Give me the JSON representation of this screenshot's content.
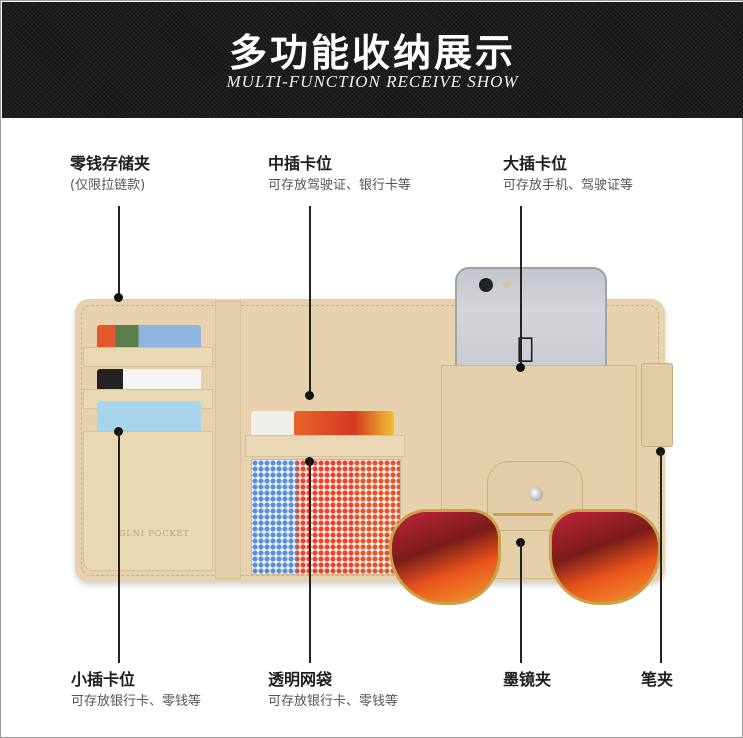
{
  "header": {
    "title": "多功能收纳展示",
    "subtitle": "MULTI-FUNCTION RECEIVE SHOW"
  },
  "callouts_top": [
    {
      "id": "coin-zip",
      "title": "零钱存储夹",
      "desc": "(仅限拉链款)"
    },
    {
      "id": "middle-card-slot",
      "title": "中插卡位",
      "desc": "可存放驾驶证、银行卡等"
    },
    {
      "id": "large-card-slot",
      "title": "大插卡位",
      "desc": "可存放手机、驾驶证等"
    }
  ],
  "callouts_bottom": [
    {
      "id": "small-card-slot",
      "title": "小插卡位",
      "desc": "可存放银行卡、零钱等"
    },
    {
      "id": "mesh-pocket",
      "title": "透明网袋",
      "desc": "可存放银行卡、零钱等"
    },
    {
      "id": "glasses-clip",
      "title": "墨镜夹",
      "desc": ""
    },
    {
      "id": "pen-clip",
      "title": "笔夹",
      "desc": ""
    }
  ],
  "product": {
    "brand_text": "GLNI POCKET",
    "colors": {
      "leather": "#e8d2ad",
      "banner": "#1c1c1c",
      "lens": "#e8541c",
      "frame_gold": "#c9a24a"
    }
  }
}
